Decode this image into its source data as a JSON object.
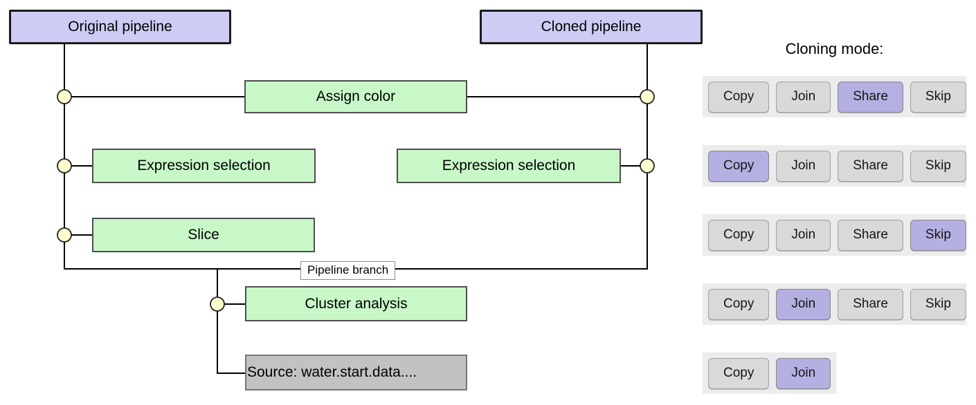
{
  "diagram": {
    "original_header": "Original pipeline",
    "cloned_header": "Cloned pipeline",
    "nodes": {
      "assign_color": "Assign color",
      "expression_left": "Expression selection",
      "expression_right": "Expression selection",
      "slice": "Slice",
      "cluster": "Cluster analysis",
      "source": "Source: water.start.data...."
    },
    "branch_label": "Pipeline branch"
  },
  "cloning": {
    "title": "Cloning mode:",
    "rows": [
      {
        "buttons": [
          "Copy",
          "Join",
          "Share",
          "Skip"
        ],
        "selected": "Share"
      },
      {
        "buttons": [
          "Copy",
          "Join",
          "Share",
          "Skip"
        ],
        "selected": "Copy"
      },
      {
        "buttons": [
          "Copy",
          "Join",
          "Share",
          "Skip"
        ],
        "selected": "Skip"
      },
      {
        "buttons": [
          "Copy",
          "Join",
          "Share",
          "Skip"
        ],
        "selected": "Join"
      },
      {
        "buttons": [
          "Copy",
          "Join"
        ],
        "selected": "Join"
      }
    ]
  },
  "colors": {
    "header_fill": "#ccccf5",
    "node_fill": "#c8f8c8",
    "source_fill": "#c2c2c2",
    "connector_dot_fill": "#fdfdcf",
    "button_fill": "#d9d9d9",
    "selected_button_fill": "#b4b0e1",
    "panel_strip_fill": "#ececec"
  }
}
